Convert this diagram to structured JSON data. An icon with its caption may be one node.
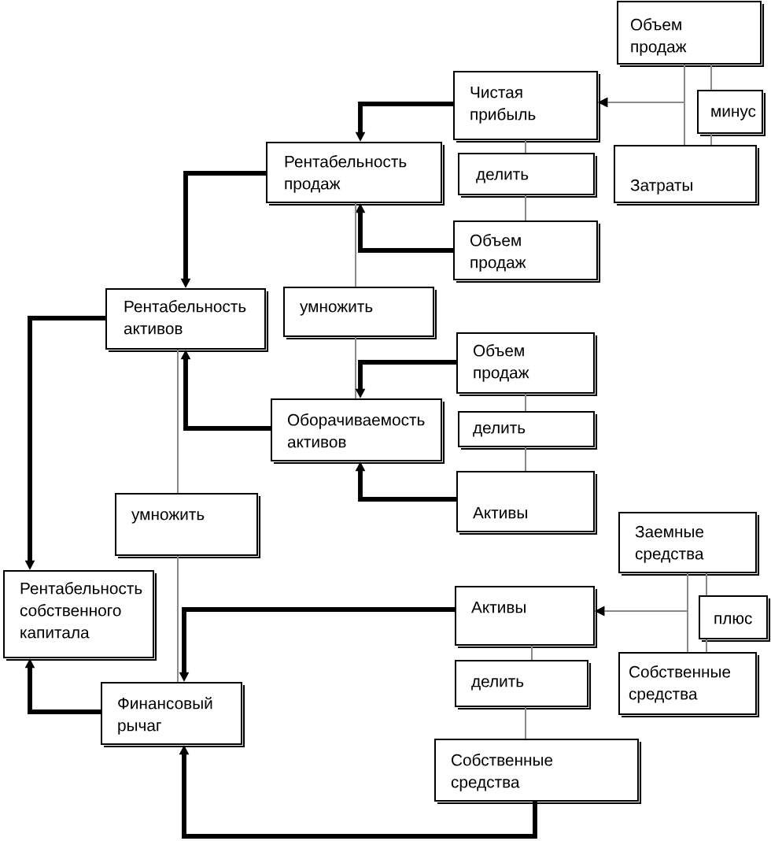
{
  "diagram": {
    "nodes": [
      {
        "text": [
          "Объем продаж"
        ]
      },
      {
        "text": [
          "Чистая прибыль"
        ]
      },
      {
        "text": [
          "минус"
        ]
      },
      {
        "text": [
          "Рентабельность продаж"
        ]
      },
      {
        "text": [
          "Затраты"
        ]
      },
      {
        "text": [
          "делить"
        ]
      },
      {
        "text": [
          "Объем продаж"
        ]
      },
      {
        "text": [
          "Рентабельность активов"
        ]
      },
      {
        "text": [
          "умножить"
        ]
      },
      {
        "text": [
          "Объем продаж"
        ]
      },
      {
        "text": [
          "Оборачиваемость активов"
        ]
      },
      {
        "text": [
          "делить"
        ]
      },
      {
        "text": [
          "Активы"
        ]
      },
      {
        "text": [
          "умножить"
        ]
      },
      {
        "text": [
          "Заемные средства"
        ]
      },
      {
        "text": [
          "Рентабельность собственного капитала"
        ]
      },
      {
        "text": [
          "Активы"
        ]
      },
      {
        "text": [
          "плюс"
        ]
      },
      {
        "text": [
          "Собственные средства"
        ]
      },
      {
        "text": [
          "делить"
        ]
      },
      {
        "text": [
          "Финансовый рычаг"
        ]
      },
      {
        "text": [
          "Собственные средства"
        ]
      }
    ],
    "edges": [
      {
        "from": 0,
        "to": 1,
        "arrow": "to"
      },
      {
        "from": 4,
        "to": 1,
        "arrow": "to"
      },
      {
        "from": 0,
        "to": 2,
        "arrow": "none"
      },
      {
        "from": 2,
        "to": 4,
        "arrow": "none"
      },
      {
        "from": 1,
        "to": 3,
        "arrow": "to",
        "style": "thick",
        "color": "#000000"
      },
      {
        "from": 1,
        "to": 5,
        "arrow": "none"
      },
      {
        "from": 5,
        "to": 6,
        "arrow": "none"
      },
      {
        "from": 6,
        "to": 3,
        "arrow": "to",
        "style": "thick",
        "color": "#000000"
      },
      {
        "from": 3,
        "to": 7,
        "arrow": "to",
        "style": "thick",
        "color": "#000000"
      },
      {
        "from": 3,
        "to": 8,
        "arrow": "none"
      },
      {
        "from": 8,
        "to": 10,
        "arrow": "none"
      },
      {
        "from": 9,
        "to": 10,
        "arrow": "to",
        "style": "thick",
        "color": "#000000"
      },
      {
        "from": 9,
        "to": 11,
        "arrow": "none"
      },
      {
        "from": 11,
        "to": 12,
        "arrow": "none"
      },
      {
        "from": 12,
        "to": 10,
        "arrow": "to",
        "style": "thick",
        "color": "#000000"
      },
      {
        "from": 10,
        "to": 7,
        "arrow": "to",
        "style": "thick",
        "color": "#000000"
      },
      {
        "from": 7,
        "to": 13,
        "arrow": "none"
      },
      {
        "from": 7,
        "to": 15,
        "arrow": "to",
        "style": "thick",
        "color": "#000000"
      },
      {
        "from": 13,
        "to": 20,
        "arrow": "none"
      },
      {
        "from": 14,
        "to": 16,
        "arrow": "to"
      },
      {
        "from": 18,
        "to": 16,
        "arrow": "to"
      },
      {
        "from": 14,
        "to": 17,
        "arrow": "none"
      },
      {
        "from": 17,
        "to": 18,
        "arrow": "none"
      },
      {
        "from": 16,
        "to": 19,
        "arrow": "none"
      },
      {
        "from": 19,
        "to": 21,
        "arrow": "none"
      },
      {
        "from": 16,
        "to": 20,
        "arrow": "to",
        "style": "thick",
        "color": "#000000"
      },
      {
        "from": 21,
        "to": 20,
        "arrow": "to",
        "style": "thick",
        "color": "#000000"
      },
      {
        "from": 20,
        "to": 15,
        "arrow": "to",
        "style": "thick",
        "color": "#000000"
      }
    ]
  }
}
